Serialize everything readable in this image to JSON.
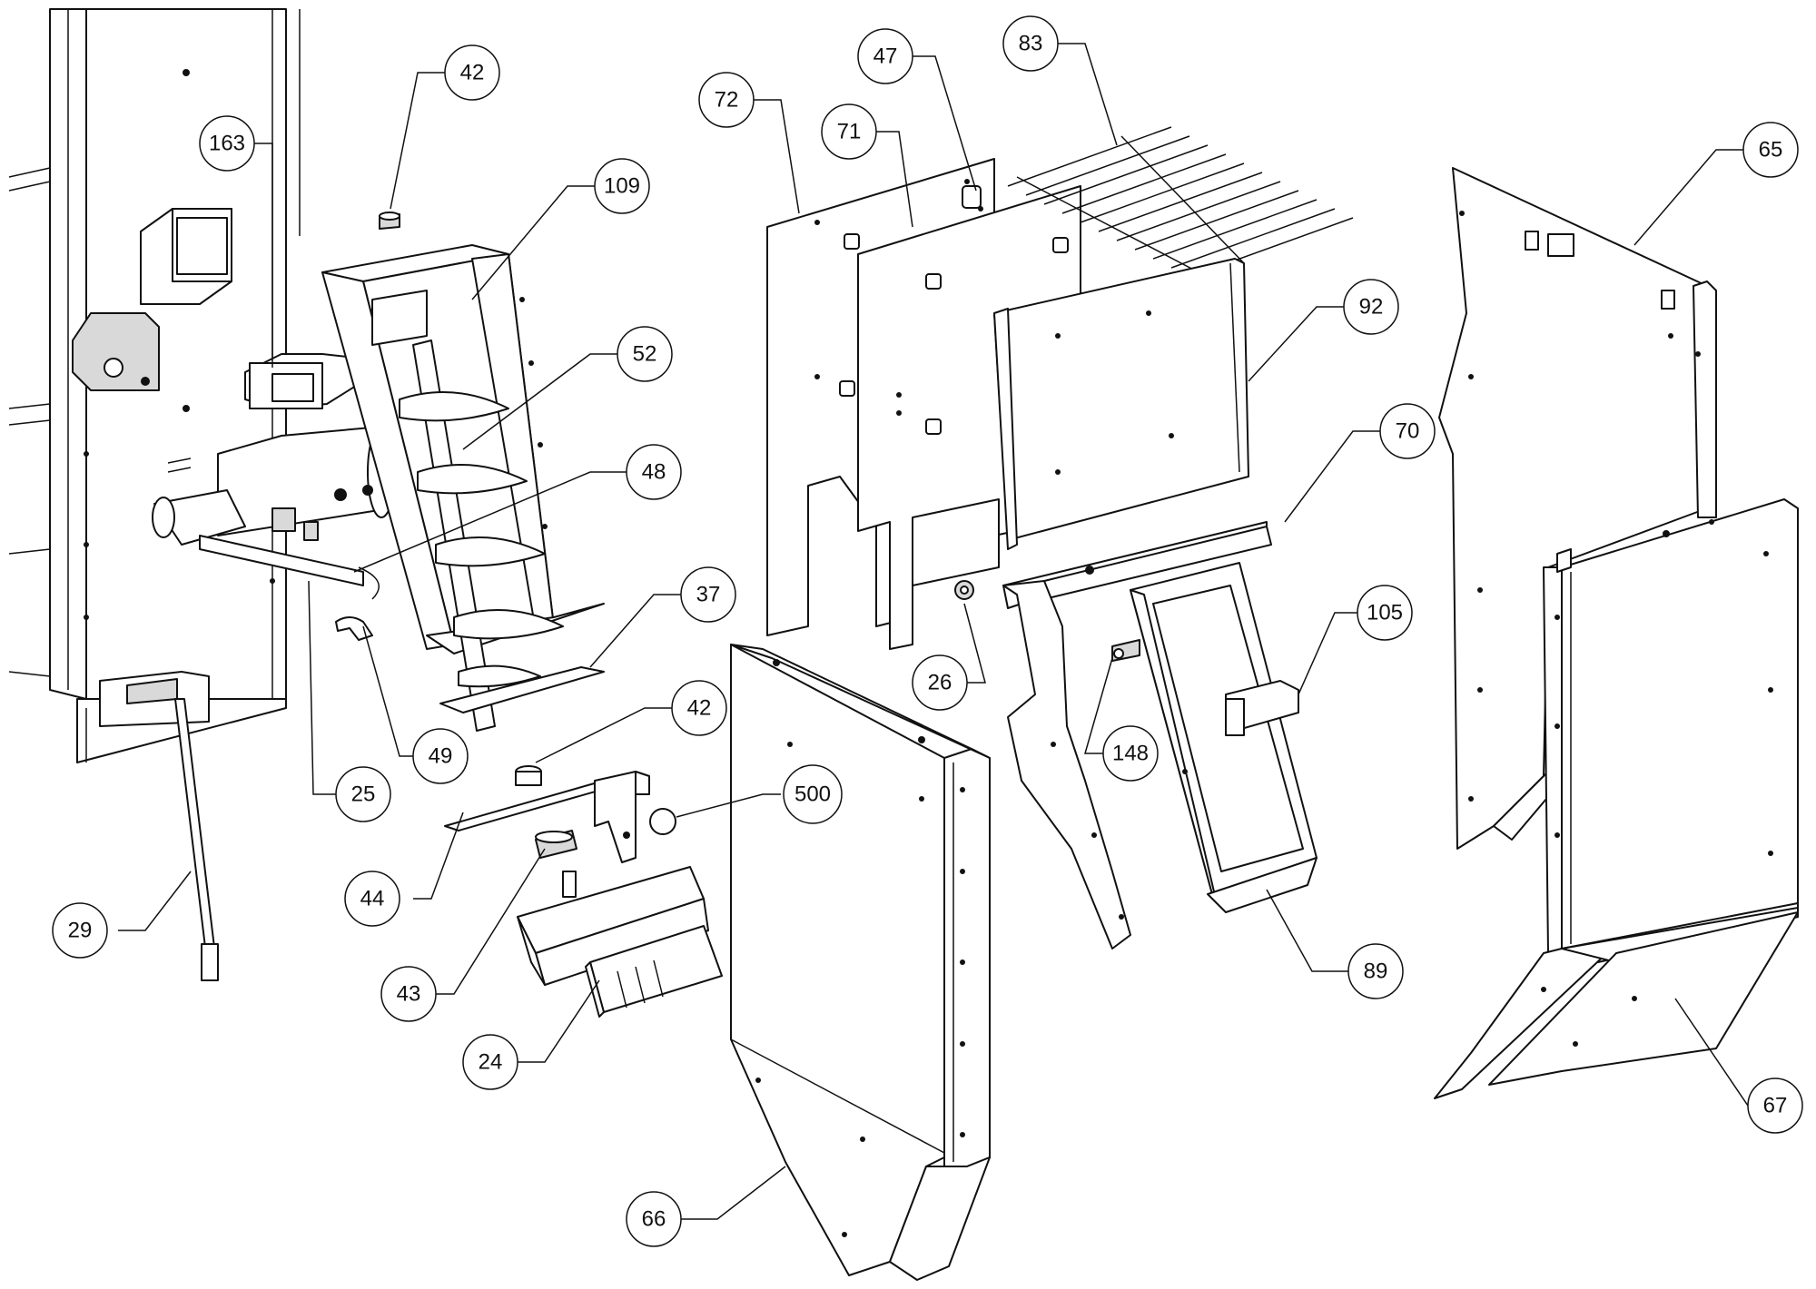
{
  "callouts": [
    {
      "id": "c42a",
      "label": "42"
    },
    {
      "id": "c163",
      "label": "163"
    },
    {
      "id": "c109",
      "label": "109"
    },
    {
      "id": "c52",
      "label": "52"
    },
    {
      "id": "c48",
      "label": "48"
    },
    {
      "id": "c37",
      "label": "37"
    },
    {
      "id": "c42b",
      "label": "42"
    },
    {
      "id": "c500",
      "label": "500"
    },
    {
      "id": "c49",
      "label": "49"
    },
    {
      "id": "c25",
      "label": "25"
    },
    {
      "id": "c44",
      "label": "44"
    },
    {
      "id": "c29",
      "label": "29"
    },
    {
      "id": "c43",
      "label": "43"
    },
    {
      "id": "c24",
      "label": "24"
    },
    {
      "id": "c72",
      "label": "72"
    },
    {
      "id": "c71",
      "label": "71"
    },
    {
      "id": "c47",
      "label": "47"
    },
    {
      "id": "c83",
      "label": "83"
    },
    {
      "id": "c92",
      "label": "92"
    },
    {
      "id": "c70",
      "label": "70"
    },
    {
      "id": "c26",
      "label": "26"
    },
    {
      "id": "c148",
      "label": "148"
    },
    {
      "id": "c105",
      "label": "105"
    },
    {
      "id": "c89",
      "label": "89"
    },
    {
      "id": "c66",
      "label": "66"
    },
    {
      "id": "c65",
      "label": "65"
    },
    {
      "id": "c67",
      "label": "67"
    }
  ]
}
